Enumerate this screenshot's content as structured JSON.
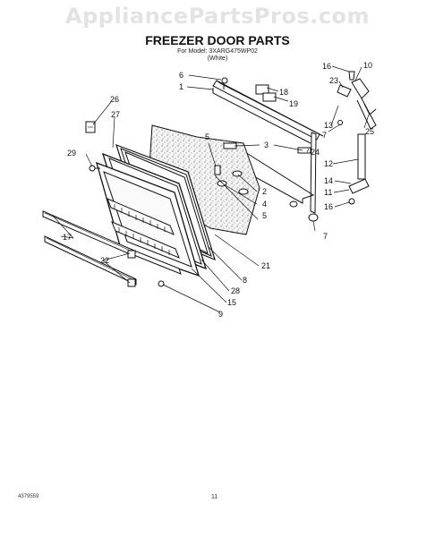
{
  "watermark": "AppliancePartsPros.com",
  "title": "FREEZER DOOR PARTS",
  "model_line": "For Model: 3XARG475WP02",
  "color_line": "(White)",
  "footer": {
    "part_code": "4379559",
    "page": "11"
  },
  "callouts": [
    "6",
    "1",
    "16",
    "10",
    "23",
    "18",
    "19",
    "26",
    "27",
    "13",
    "7",
    "25",
    "3",
    "24",
    "5",
    "29",
    "12",
    "2",
    "14",
    "4",
    "11",
    "16",
    "5",
    "7",
    "17",
    "22",
    "21",
    "8",
    "28",
    "15",
    "9"
  ]
}
